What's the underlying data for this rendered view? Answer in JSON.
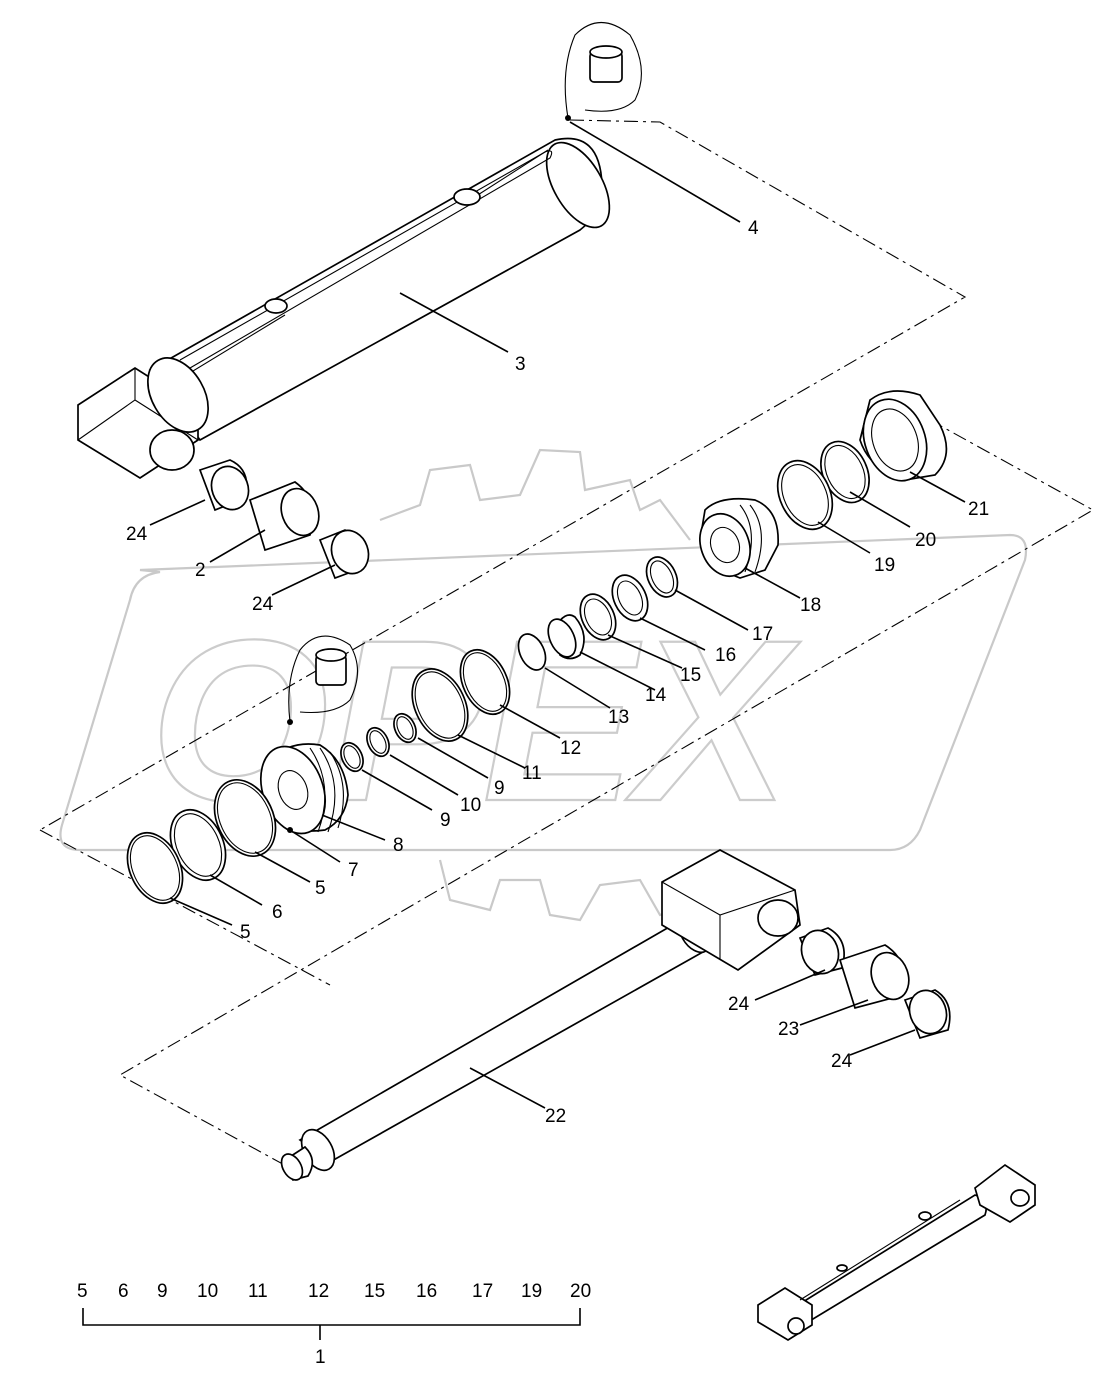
{
  "diagram": {
    "watermark_text": "OPEX",
    "callouts": [
      {
        "id": "c4",
        "text": "4"
      },
      {
        "id": "c3",
        "text": "3"
      },
      {
        "id": "c21",
        "text": "21"
      },
      {
        "id": "c20",
        "text": "20"
      },
      {
        "id": "c19",
        "text": "19"
      },
      {
        "id": "c18",
        "text": "18"
      },
      {
        "id": "c17",
        "text": "17"
      },
      {
        "id": "c16",
        "text": "16"
      },
      {
        "id": "c15",
        "text": "15"
      },
      {
        "id": "c14",
        "text": "14"
      },
      {
        "id": "c13",
        "text": "13"
      },
      {
        "id": "c12",
        "text": "12"
      },
      {
        "id": "c11",
        "text": "11"
      },
      {
        "id": "c10",
        "text": "10"
      },
      {
        "id": "c9a",
        "text": "9"
      },
      {
        "id": "c9b",
        "text": "9"
      },
      {
        "id": "c8",
        "text": "8"
      },
      {
        "id": "c7",
        "text": "7"
      },
      {
        "id": "c6",
        "text": "6"
      },
      {
        "id": "c5a",
        "text": "5"
      },
      {
        "id": "c5b",
        "text": "5"
      },
      {
        "id": "c24a",
        "text": "24"
      },
      {
        "id": "c2",
        "text": "2"
      },
      {
        "id": "c24b",
        "text": "24"
      },
      {
        "id": "c24c",
        "text": "24"
      },
      {
        "id": "c23",
        "text": "23"
      },
      {
        "id": "c24d",
        "text": "24"
      },
      {
        "id": "c22",
        "text": "22"
      }
    ],
    "kit": {
      "items": [
        "5",
        "6",
        "9",
        "10",
        "11",
        "12",
        "15",
        "16",
        "17",
        "19",
        "20"
      ],
      "label": "1"
    }
  }
}
